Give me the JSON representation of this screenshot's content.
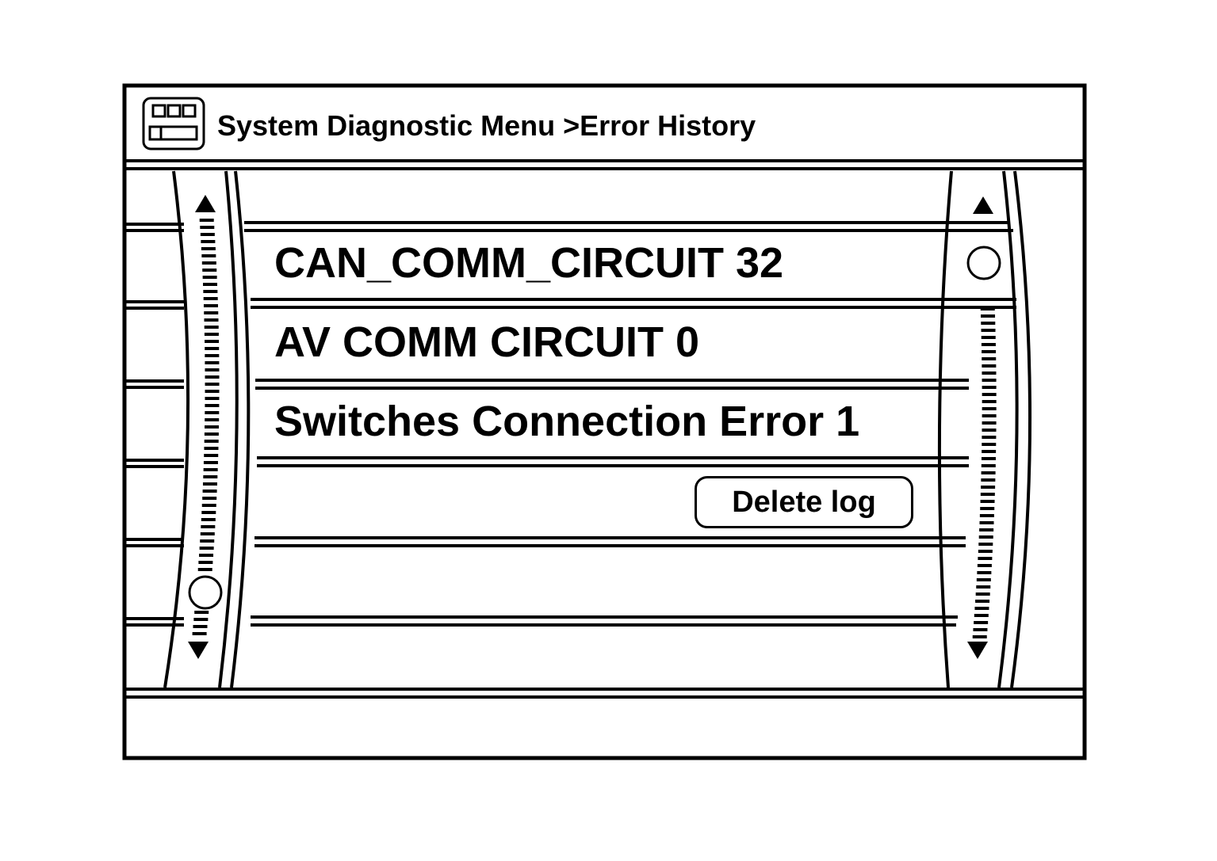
{
  "header": {
    "title": "System Diagnostic Menu >Error History",
    "icon": "menu-grid-icon"
  },
  "error_list": {
    "items": [
      {
        "label": "CAN_COMM_CIRCUIT 32",
        "selected": true
      },
      {
        "label": "AV COMM CIRCUIT 0",
        "selected": false
      },
      {
        "label": "Switches Connection Error 1",
        "selected": false
      }
    ],
    "empty_rows": 2
  },
  "actions": {
    "delete_log_label": "Delete log"
  },
  "left_scroll": {
    "up_icon": "arrow-up-icon",
    "down_icon": "arrow-down-icon",
    "thumb_icon": "circle-thumb-icon",
    "position_fraction": 0.92
  },
  "right_scroll": {
    "up_icon": "arrow-up-icon",
    "down_icon": "arrow-down-icon",
    "thumb_icon": "circle-thumb-icon",
    "position_fraction": 0.0
  },
  "colors": {
    "line": "#000000",
    "background": "#ffffff"
  }
}
